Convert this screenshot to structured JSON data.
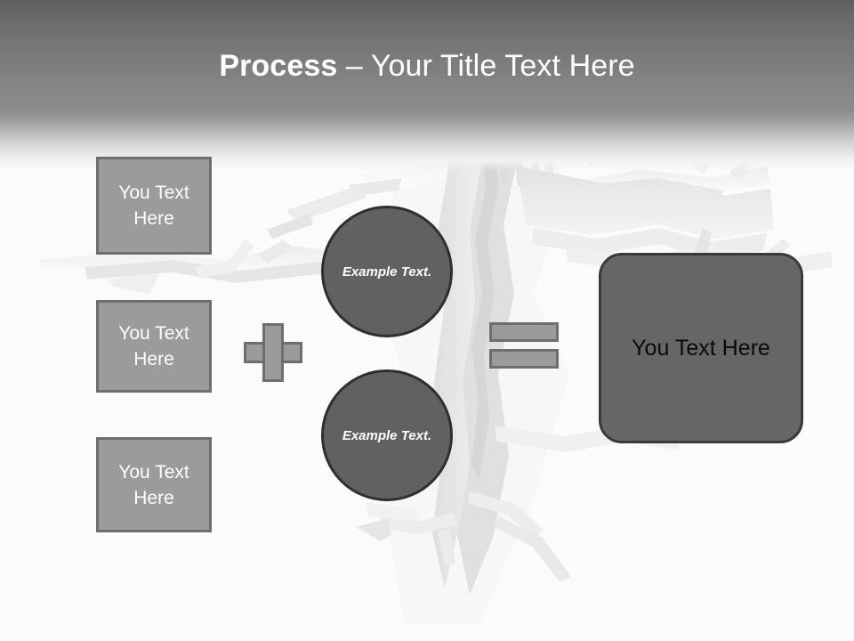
{
  "slide": {
    "title": {
      "bold_part": "Process",
      "rest_part": " – Your Title Text Here",
      "full": "Process – Your Title Text Here"
    },
    "background_graphic": "cracked-earth-fissure",
    "colors": {
      "header_top": "#5f5f5f",
      "header_bottom": "#8c8c8c",
      "slide_background": "#fbfbfb",
      "input_box_fill": "#9b9b9b",
      "input_box_border": "#6e6e6e",
      "circle_fill": "#616161",
      "circle_border": "#2f2f2f",
      "operator_fill": "#9b9b9b",
      "operator_border": "#6e6e6e",
      "result_fill": "#666666",
      "result_border": "#3a3a3a",
      "title_text": "#ffffff",
      "box_text": "#ffffff",
      "result_text": "#0a0a0a",
      "crack_light": "#f6f6f6",
      "crack_mid": "#e6e6e6",
      "crack_shadow": "#dcdcdc"
    }
  },
  "input_boxes": [
    {
      "label": "You Text Here"
    },
    {
      "label": "You Text Here"
    },
    {
      "label": "You Text Here"
    }
  ],
  "circles": [
    {
      "label": "Example Text."
    },
    {
      "label": "Example Text."
    }
  ],
  "operators": {
    "plus": "+",
    "equals": "="
  },
  "result": {
    "label": "You Text Here"
  }
}
